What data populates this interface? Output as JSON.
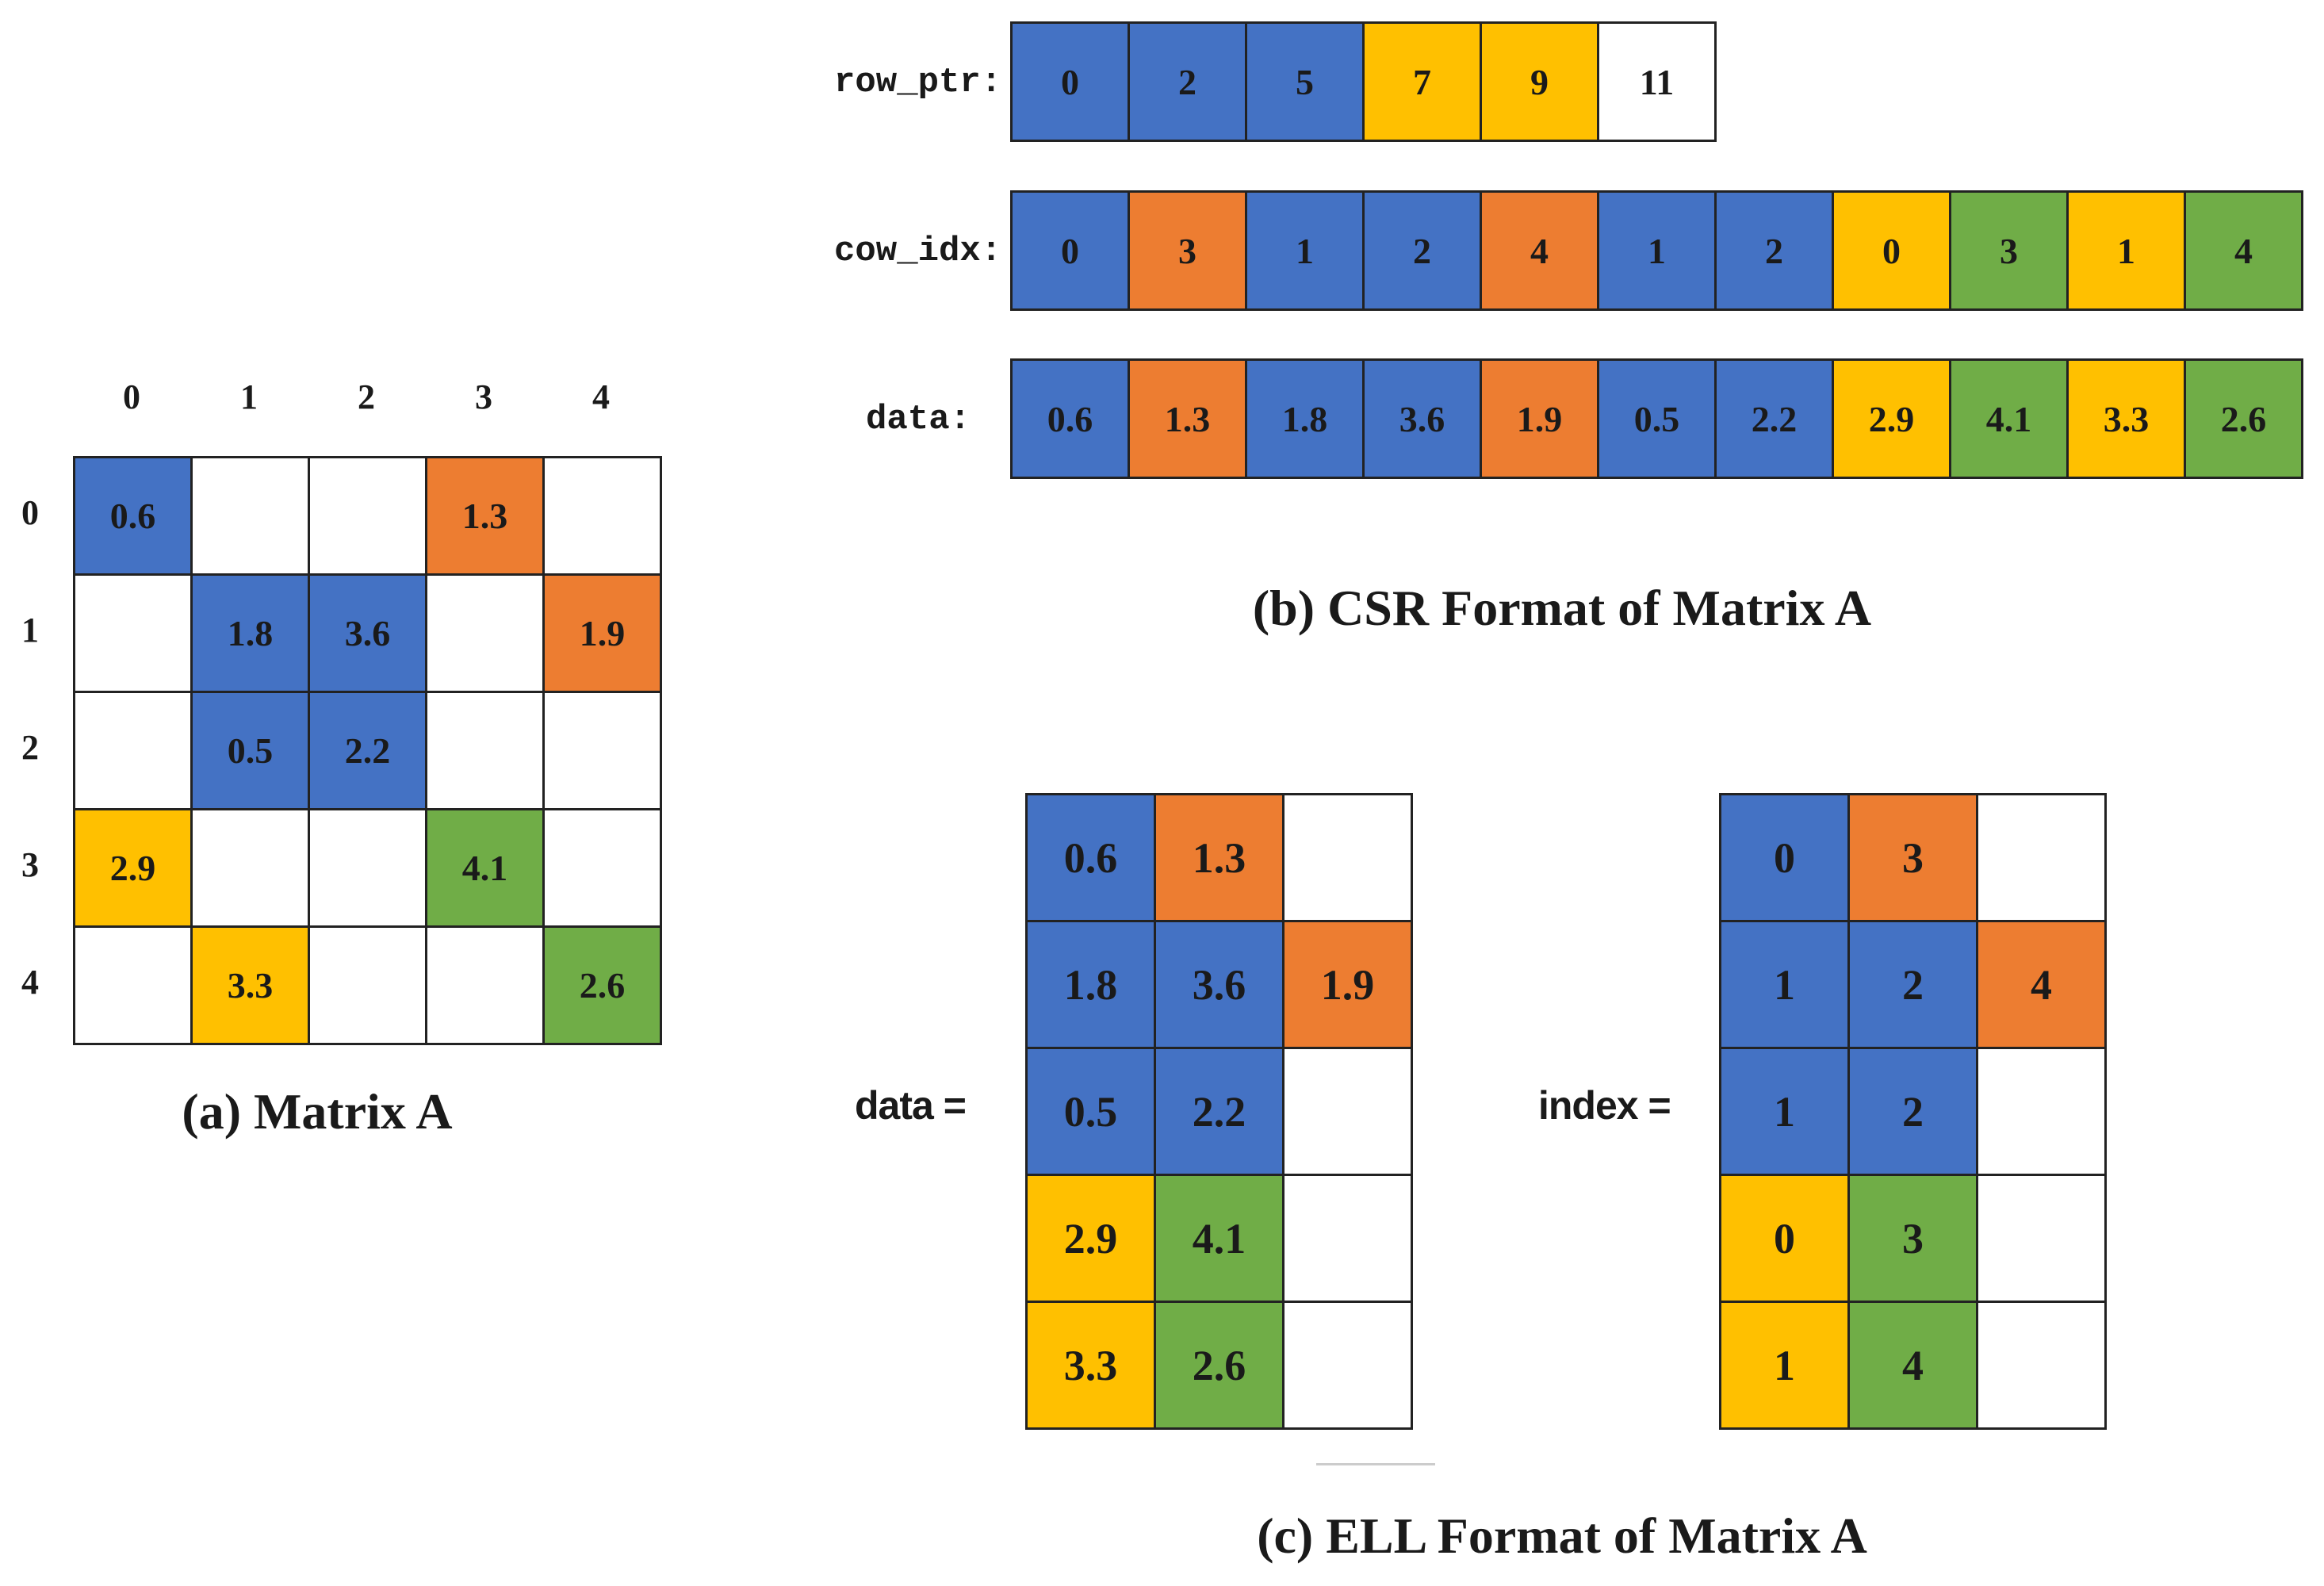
{
  "colors": {
    "blue": "#4472c4",
    "orange": "#ed7d31",
    "yellow": "#ffc000",
    "green": "#70ad47",
    "white": "#ffffff",
    "border": "#222222"
  },
  "matrix": {
    "col_labels": [
      "0",
      "1",
      "2",
      "3",
      "4"
    ],
    "row_labels": [
      "0",
      "1",
      "2",
      "3",
      "4"
    ],
    "cells": [
      [
        {
          "v": "0.6",
          "c": "blue"
        },
        {
          "v": "",
          "c": "white"
        },
        {
          "v": "",
          "c": "white"
        },
        {
          "v": "1.3",
          "c": "orange"
        },
        {
          "v": "",
          "c": "white"
        }
      ],
      [
        {
          "v": "",
          "c": "white"
        },
        {
          "v": "1.8",
          "c": "blue"
        },
        {
          "v": "3.6",
          "c": "blue"
        },
        {
          "v": "",
          "c": "white"
        },
        {
          "v": "1.9",
          "c": "orange"
        }
      ],
      [
        {
          "v": "",
          "c": "white"
        },
        {
          "v": "0.5",
          "c": "blue"
        },
        {
          "v": "2.2",
          "c": "blue"
        },
        {
          "v": "",
          "c": "white"
        },
        {
          "v": "",
          "c": "white"
        }
      ],
      [
        {
          "v": "2.9",
          "c": "yellow"
        },
        {
          "v": "",
          "c": "white"
        },
        {
          "v": "",
          "c": "white"
        },
        {
          "v": "4.1",
          "c": "green"
        },
        {
          "v": "",
          "c": "white"
        }
      ],
      [
        {
          "v": "",
          "c": "white"
        },
        {
          "v": "3.3",
          "c": "yellow"
        },
        {
          "v": "",
          "c": "white"
        },
        {
          "v": "",
          "c": "white"
        },
        {
          "v": "2.6",
          "c": "green"
        }
      ]
    ],
    "caption": "(a) Matrix A"
  },
  "csr": {
    "row_ptr": {
      "label": "row_ptr:",
      "cells": [
        {
          "v": "0",
          "c": "blue"
        },
        {
          "v": "2",
          "c": "blue"
        },
        {
          "v": "5",
          "c": "blue"
        },
        {
          "v": "7",
          "c": "yellow"
        },
        {
          "v": "9",
          "c": "yellow"
        },
        {
          "v": "11",
          "c": "white"
        }
      ]
    },
    "col_idx": {
      "label": "cow_idx:",
      "cells": [
        {
          "v": "0",
          "c": "blue"
        },
        {
          "v": "3",
          "c": "orange"
        },
        {
          "v": "1",
          "c": "blue"
        },
        {
          "v": "2",
          "c": "blue"
        },
        {
          "v": "4",
          "c": "orange"
        },
        {
          "v": "1",
          "c": "blue"
        },
        {
          "v": "2",
          "c": "blue"
        },
        {
          "v": "0",
          "c": "yellow"
        },
        {
          "v": "3",
          "c": "green"
        },
        {
          "v": "1",
          "c": "yellow"
        },
        {
          "v": "4",
          "c": "green"
        }
      ]
    },
    "data": {
      "label": "data:",
      "cells": [
        {
          "v": "0.6",
          "c": "blue"
        },
        {
          "v": "1.3",
          "c": "orange"
        },
        {
          "v": "1.8",
          "c": "blue"
        },
        {
          "v": "3.6",
          "c": "blue"
        },
        {
          "v": "1.9",
          "c": "orange"
        },
        {
          "v": "0.5",
          "c": "blue"
        },
        {
          "v": "2.2",
          "c": "blue"
        },
        {
          "v": "2.9",
          "c": "yellow"
        },
        {
          "v": "4.1",
          "c": "green"
        },
        {
          "v": "3.3",
          "c": "yellow"
        },
        {
          "v": "2.6",
          "c": "green"
        }
      ]
    },
    "caption": "(b) CSR Format of Matrix A"
  },
  "ell": {
    "data_label": "data =",
    "index_label": "index =",
    "data": [
      [
        {
          "v": "0.6",
          "c": "blue"
        },
        {
          "v": "1.3",
          "c": "orange"
        },
        {
          "v": "",
          "c": "white"
        }
      ],
      [
        {
          "v": "1.8",
          "c": "blue"
        },
        {
          "v": "3.6",
          "c": "blue"
        },
        {
          "v": "1.9",
          "c": "orange"
        }
      ],
      [
        {
          "v": "0.5",
          "c": "blue"
        },
        {
          "v": "2.2",
          "c": "blue"
        },
        {
          "v": "",
          "c": "white"
        }
      ],
      [
        {
          "v": "2.9",
          "c": "yellow"
        },
        {
          "v": "4.1",
          "c": "green"
        },
        {
          "v": "",
          "c": "white"
        }
      ],
      [
        {
          "v": "3.3",
          "c": "yellow"
        },
        {
          "v": "2.6",
          "c": "green"
        },
        {
          "v": "",
          "c": "white"
        }
      ]
    ],
    "index": [
      [
        {
          "v": "0",
          "c": "blue"
        },
        {
          "v": "3",
          "c": "orange"
        },
        {
          "v": "",
          "c": "white"
        }
      ],
      [
        {
          "v": "1",
          "c": "blue"
        },
        {
          "v": "2",
          "c": "blue"
        },
        {
          "v": "4",
          "c": "orange"
        }
      ],
      [
        {
          "v": "1",
          "c": "blue"
        },
        {
          "v": "2",
          "c": "blue"
        },
        {
          "v": "",
          "c": "white"
        }
      ],
      [
        {
          "v": "0",
          "c": "yellow"
        },
        {
          "v": "3",
          "c": "green"
        },
        {
          "v": "",
          "c": "white"
        }
      ],
      [
        {
          "v": "1",
          "c": "yellow"
        },
        {
          "v": "4",
          "c": "green"
        },
        {
          "v": "",
          "c": "white"
        }
      ]
    ],
    "caption": "(c) ELL Format of Matrix A"
  }
}
